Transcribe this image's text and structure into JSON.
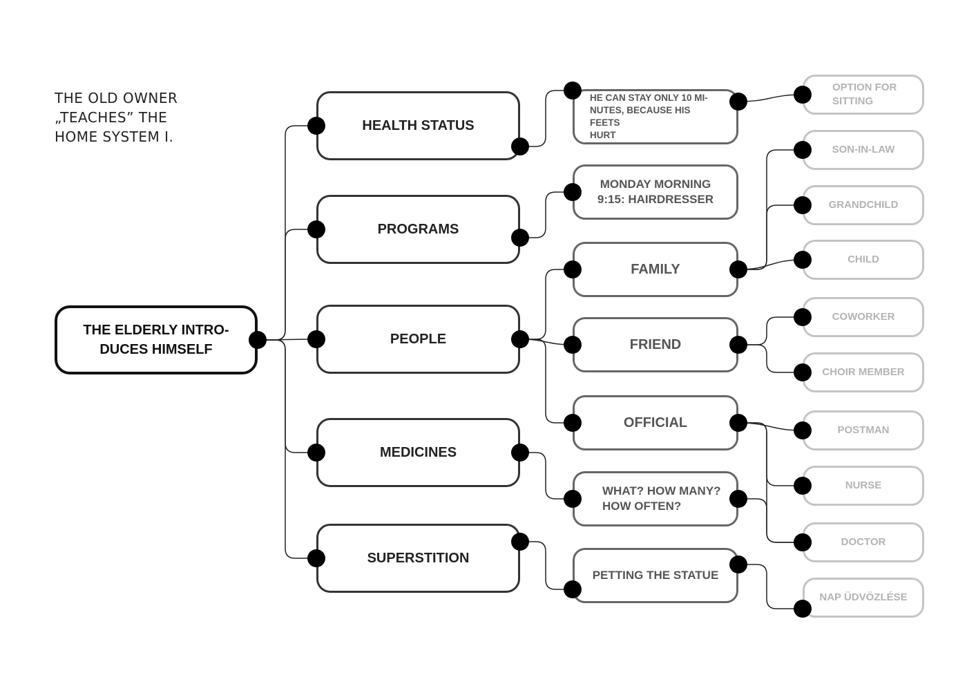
{
  "heading": [
    "THE OLD OWNER",
    "„TEACHES” THE",
    "HOME SYSTEM I."
  ],
  "nodes": {
    "root": "THE  ELDERLY  INTRO-\nDUCES HIMSELF",
    "health": "HEALTH STATUS",
    "programs": "PROGRAMS",
    "people": "PEOPLE",
    "medicines": "MEDICINES",
    "superstition": "SUPERSTITION",
    "health_note": "HE  CAN  STAY  ONLY  10  MI-\nNUTES, BECAUSE HIS FEETS\nHURT",
    "monday": "MONDAY MORNING\n9:15: HAIRDRESSER",
    "family": "FAMILY",
    "friend": "FRIEND",
    "official": "OFFICIAL",
    "what": "WHAT? HOW MANY?\nHOW OFTEN?",
    "petting": "PETTING THE STATUE",
    "sitting": "OPTION   FOR\nSITTING",
    "soninlaw": "SON-IN-LAW",
    "grandchild": "GRANDCHILD",
    "child": "CHILD",
    "coworker": "COWORKER",
    "choir": "CHOIR MEMBER",
    "postman": "POSTMAN",
    "nurse": "NURSE",
    "doctor": "DOCTOR",
    "nap": "NAP ÜDVÖZLÉSE"
  },
  "colors": {
    "root_border": "#111111",
    "category_border": "#333333",
    "sub_border": "#666666",
    "leaf_border": "#c4c4c4",
    "leaf_text": "#b4b4b4",
    "connector_dot": "#000000"
  }
}
